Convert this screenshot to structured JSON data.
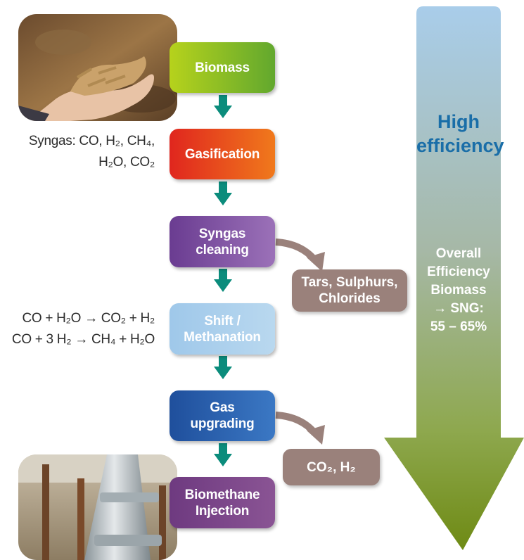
{
  "steps": [
    {
      "label": "Biomass"
    },
    {
      "label": "Gasification"
    },
    {
      "label": "Syngas\ncleaning"
    },
    {
      "label": "Shift /\nMethanation"
    },
    {
      "label": "Gas\nupgrading"
    },
    {
      "label": "Biomethane\nInjection"
    }
  ],
  "side_outputs": [
    {
      "label": "Tars, Sulphurs,\nChlorides"
    },
    {
      "label": "CO₂, H₂"
    }
  ],
  "syngas_note": {
    "prefix": "Syngas: ",
    "line1": "Syngas: CO, H₂, CH₄,",
    "line2": "H₂O, CO₂"
  },
  "reactions": [
    "CO + H₂O → CO₂ + H₂",
    "CO + 3 H₂ → CH₄ + H₂O"
  ],
  "efficiency_arrow": {
    "title": "High\nefficiency",
    "overall": "Overall\nEfficiency\nBiomass\n→ SNG:\n55 – 65%"
  },
  "colors": {
    "biomass": "#7fbf2e",
    "gasification": "#e6461c",
    "syngas_cleaning": "#7b4a9c",
    "shift": "#a9cde9",
    "upgrading": "#1f58a8",
    "injection": "#7a3f86",
    "flow_arrow": "#0b8c7c",
    "side_box": "#9a817b"
  }
}
